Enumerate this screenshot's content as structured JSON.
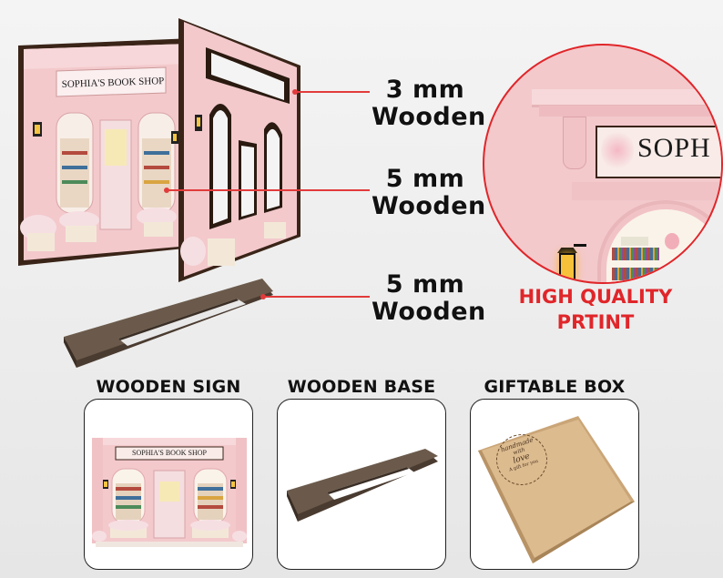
{
  "shop_sign": "SOPHIA'S BOOK SHOP",
  "zoom_sign": "SOPH",
  "layers": [
    {
      "thickness": "3 mm",
      "material": "Wooden"
    },
    {
      "thickness": "5 mm",
      "material": "Wooden"
    },
    {
      "thickness": "5 mm",
      "material": "Wooden"
    }
  ],
  "quality": {
    "line1": "HIGH QUALITY",
    "line2": "PRTINT"
  },
  "cards": [
    {
      "title": "WOODEN SIGN"
    },
    {
      "title": "WOODEN BASE"
    },
    {
      "title": "GIFTABLE BOX"
    }
  ],
  "box_stamp": {
    "line1": "handmade",
    "line2": "with",
    "line3": "love",
    "line4": "A gift for you"
  },
  "colors": {
    "accent": "#e0262a",
    "pink": "#f3c9cc",
    "dark_wood": "#3a2418",
    "base_wood": "#6b5a4b"
  }
}
